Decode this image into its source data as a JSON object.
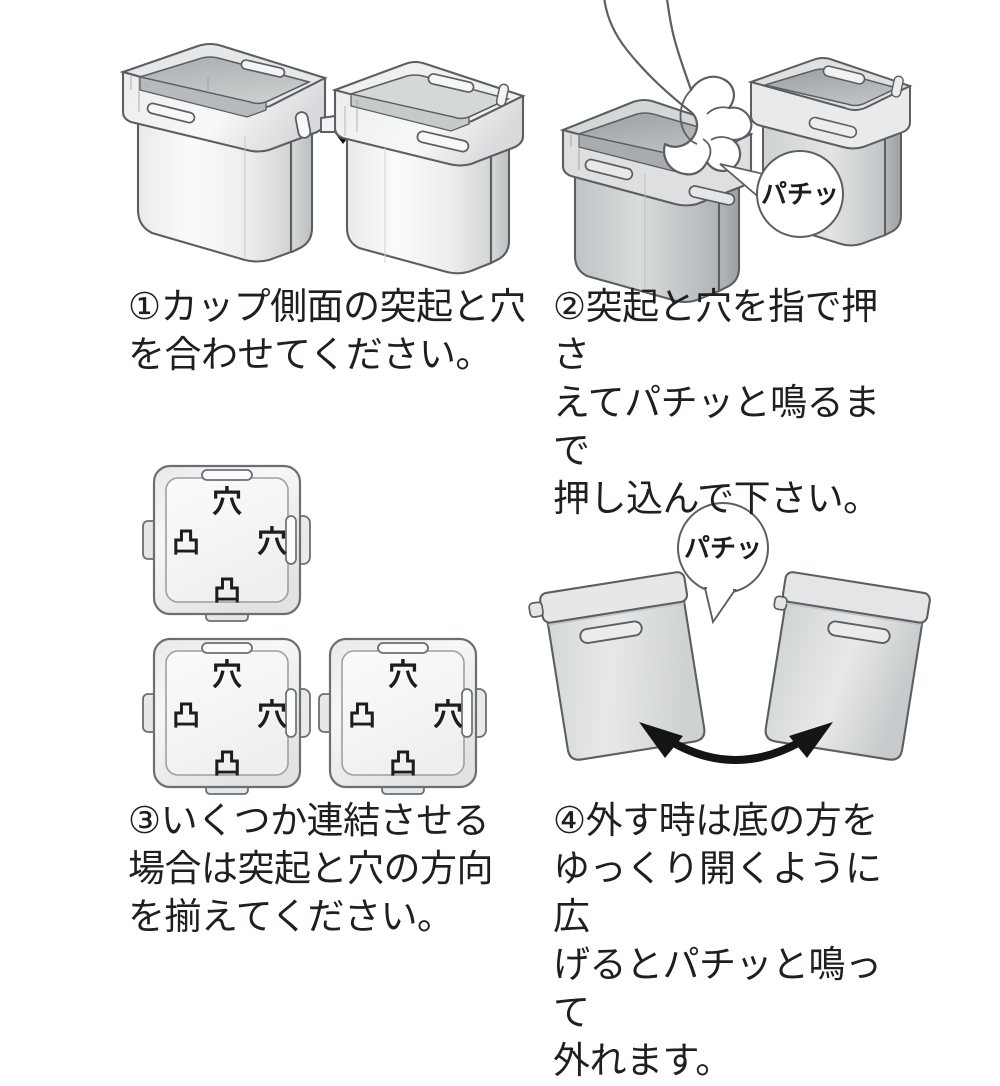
{
  "document": {
    "title": "カップ連結方法 説明図",
    "language": "ja",
    "background_color": "#ffffff",
    "ink_color": "#221e1f"
  },
  "steps": [
    {
      "number": "①",
      "marker": "1",
      "caption": "①カップ側面の突起と穴\nを合わせてください。",
      "illustration": "two-cups-aligning",
      "annotations": []
    },
    {
      "number": "②",
      "marker": "2",
      "caption": "②突起と穴を指で押さ\nえてパチッと鳴るまで\n押し込んで下さい。",
      "illustration": "hand-pressing-cups",
      "annotations": [
        "パチッ"
      ]
    },
    {
      "number": "③",
      "marker": "3",
      "caption": "③いくつか連結させる\n場合は突起と穴の方向\nを揃えてください。",
      "illustration": "three-top-views",
      "annotations": []
    },
    {
      "number": "④",
      "marker": "4",
      "caption": "④外す時は底の方を\nゆっくり開くように広\nげるとパチッと鳴って\n外れます。",
      "illustration": "two-cups-separating",
      "annotations": [
        "パチッ"
      ]
    }
  ],
  "labels": {
    "hole": "穴",
    "knob": "凸",
    "click_sound": "パチッ"
  },
  "top_views": [
    {
      "id": "top-view-1",
      "labels": {
        "top": "穴",
        "right": "穴",
        "left": "凸",
        "bottom": "凸"
      }
    },
    {
      "id": "top-view-2",
      "labels": {
        "top": "穴",
        "right": "穴",
        "left": "凸",
        "bottom": "凸"
      }
    },
    {
      "id": "top-view-3",
      "labels": {
        "top": "穴",
        "right": "穴",
        "left": "凸",
        "bottom": "凸"
      }
    }
  ],
  "colors": {
    "outline": "#5b5f63",
    "cup_light": "#f2f3f3",
    "cup_mid": "#dcdedf",
    "cup_dark": "#b9bcbe",
    "cup_shadow": "#a7abae",
    "arrow": "#1a1a1a",
    "bubble_fill": "#ffffff"
  }
}
